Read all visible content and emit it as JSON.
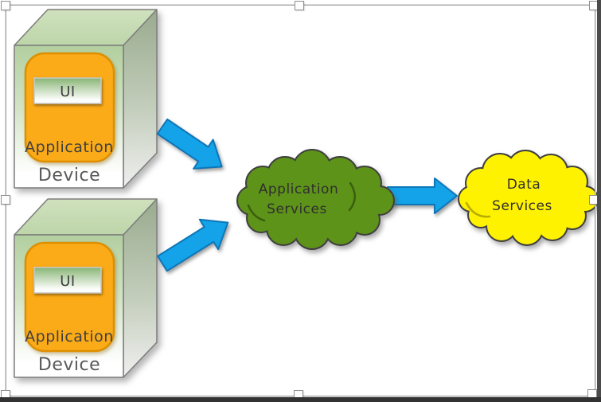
{
  "diagram": {
    "devices": [
      {
        "ui_label": "UI",
        "app_label": "Application",
        "device_label": "Device"
      },
      {
        "ui_label": "UI",
        "app_label": "Application",
        "device_label": "Device"
      }
    ],
    "clouds": [
      {
        "line1": "Application",
        "line2": "Services",
        "fill": "#5e9319"
      },
      {
        "line1": "Data",
        "line2": "Services",
        "fill": "#fff200"
      }
    ],
    "app_fill": "#fbab18",
    "arrow_fill": "#14a3e8",
    "colors": {
      "arrow_stroke": "#0d76b8",
      "cloud_stroke": "#3f3f3f",
      "app_stroke": "#dd8f00",
      "box_edge": "#7d7d7d",
      "box_top_face": "#c8dcb6",
      "label_text": "#3f3f3f",
      "selection_border": "#9e9e9e",
      "window_edge": "#4b4b4b"
    }
  }
}
